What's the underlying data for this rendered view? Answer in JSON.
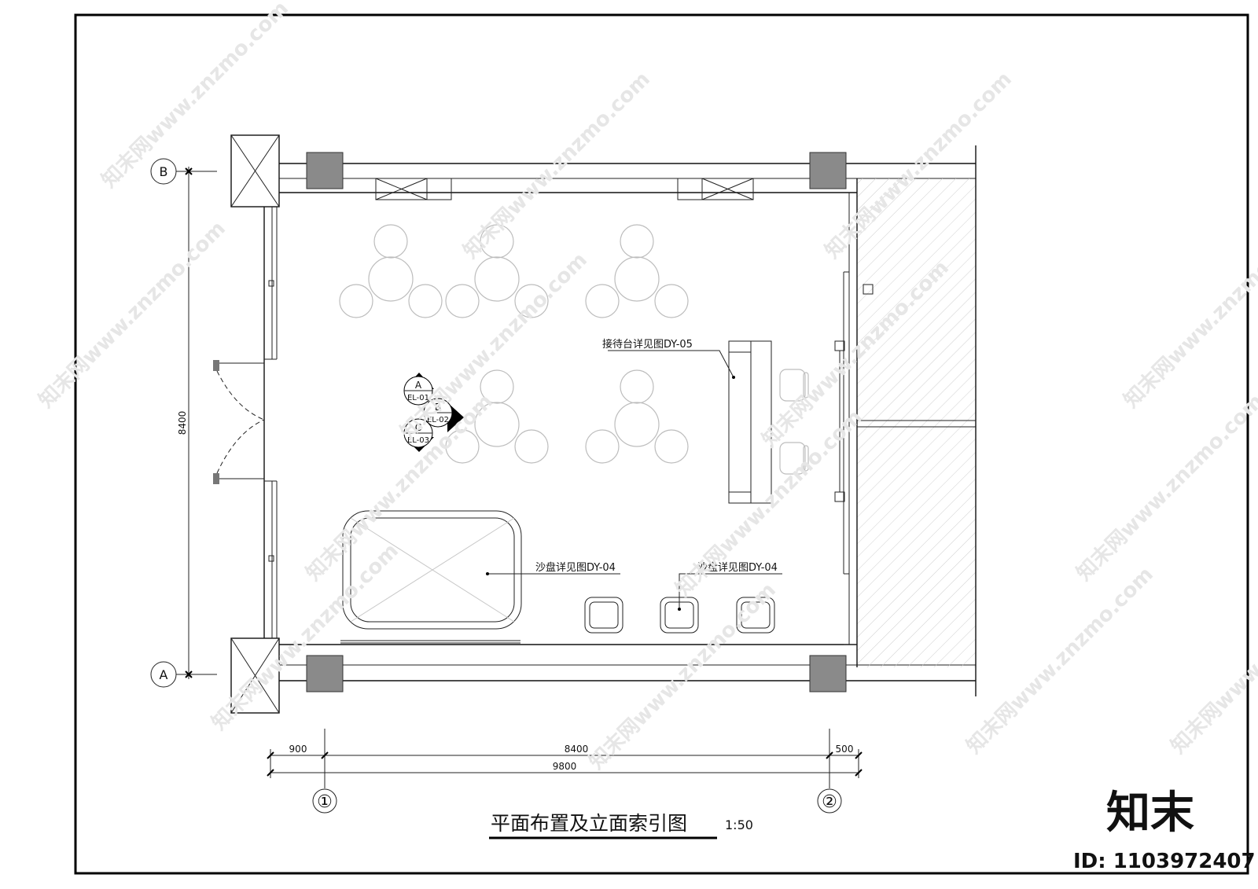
{
  "title": "平面布置及立面索引图",
  "scale": "1:50",
  "axis": {
    "b": "B",
    "a": "A",
    "one": "①",
    "two": "②"
  },
  "dimensions": {
    "vertical": "8400",
    "left_offset": "900",
    "middle": "8400",
    "right_offset": "500",
    "total": "9800"
  },
  "labels": {
    "reception": "接待台详见图DY-05",
    "sand_table_1": "沙盘详见图DY-04",
    "sand_table_2": "沙盘详见图DY-04"
  },
  "elevation_index": [
    {
      "letter": "A",
      "code": "EL-01"
    },
    {
      "letter": "B",
      "code": "EL-02"
    },
    {
      "letter": "C",
      "code": "EL-03"
    }
  ],
  "watermark": {
    "text": "知末网www.znzmo.com",
    "logo": "知末",
    "id": "ID: 1103972407"
  }
}
